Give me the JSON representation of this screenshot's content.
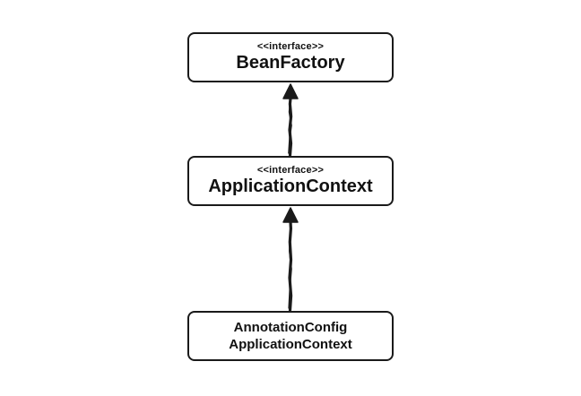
{
  "nodes": {
    "bean_factory": {
      "stereotype": "<<interface>>",
      "name": "BeanFactory"
    },
    "application_context": {
      "stereotype": "<<interface>>",
      "name": "ApplicationContext"
    },
    "annotation_config_application_context": {
      "name_line1": "AnnotationConfig",
      "name_line2": "ApplicationContext"
    }
  },
  "edges": [
    {
      "from": "application_context",
      "to": "bean_factory",
      "type": "inheritance"
    },
    {
      "from": "annotation_config_application_context",
      "to": "application_context",
      "type": "inheritance"
    }
  ],
  "colors": {
    "stroke": "#1a1a1a",
    "background": "#ffffff"
  }
}
